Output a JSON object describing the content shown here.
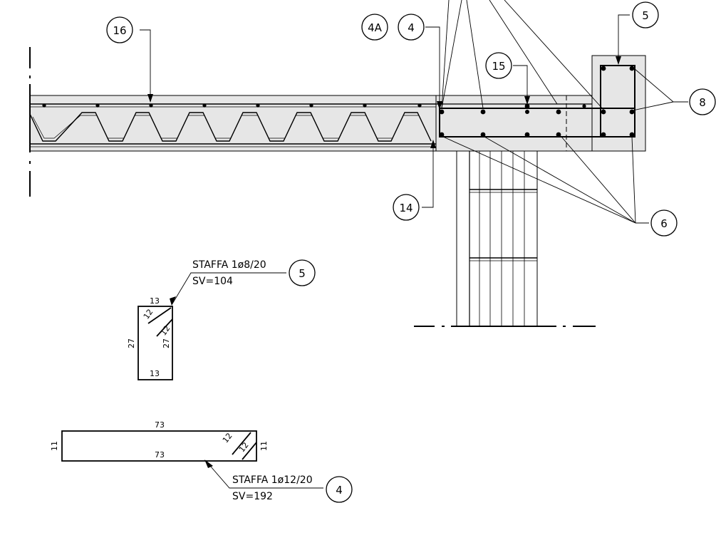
{
  "colors": {
    "line": "#000000",
    "concrete": "#e6e6e6",
    "background": "#ffffff"
  },
  "callouts": {
    "c16": "16",
    "c4a": "4A",
    "c4": "4",
    "c5_top": "5",
    "c15": "15",
    "c8": "8",
    "c14": "14",
    "c6": "6",
    "c5_detail": "5",
    "c4_detail": "4"
  },
  "detail_5": {
    "note_line1": "STAFFA 1ø8/20",
    "note_line2": "SV=104",
    "dim_top": "13",
    "dim_bottom": "13",
    "dim_left": "27",
    "dim_right": "27",
    "hook_a": "12",
    "hook_b": "12"
  },
  "detail_4": {
    "note_line1": "STAFFA 1ø12/20",
    "note_line2": "SV=192",
    "dim_top": "73",
    "dim_bottom": "73",
    "dim_left": "11",
    "dim_right": "11",
    "hook_a": "12",
    "hook_b": "12"
  }
}
